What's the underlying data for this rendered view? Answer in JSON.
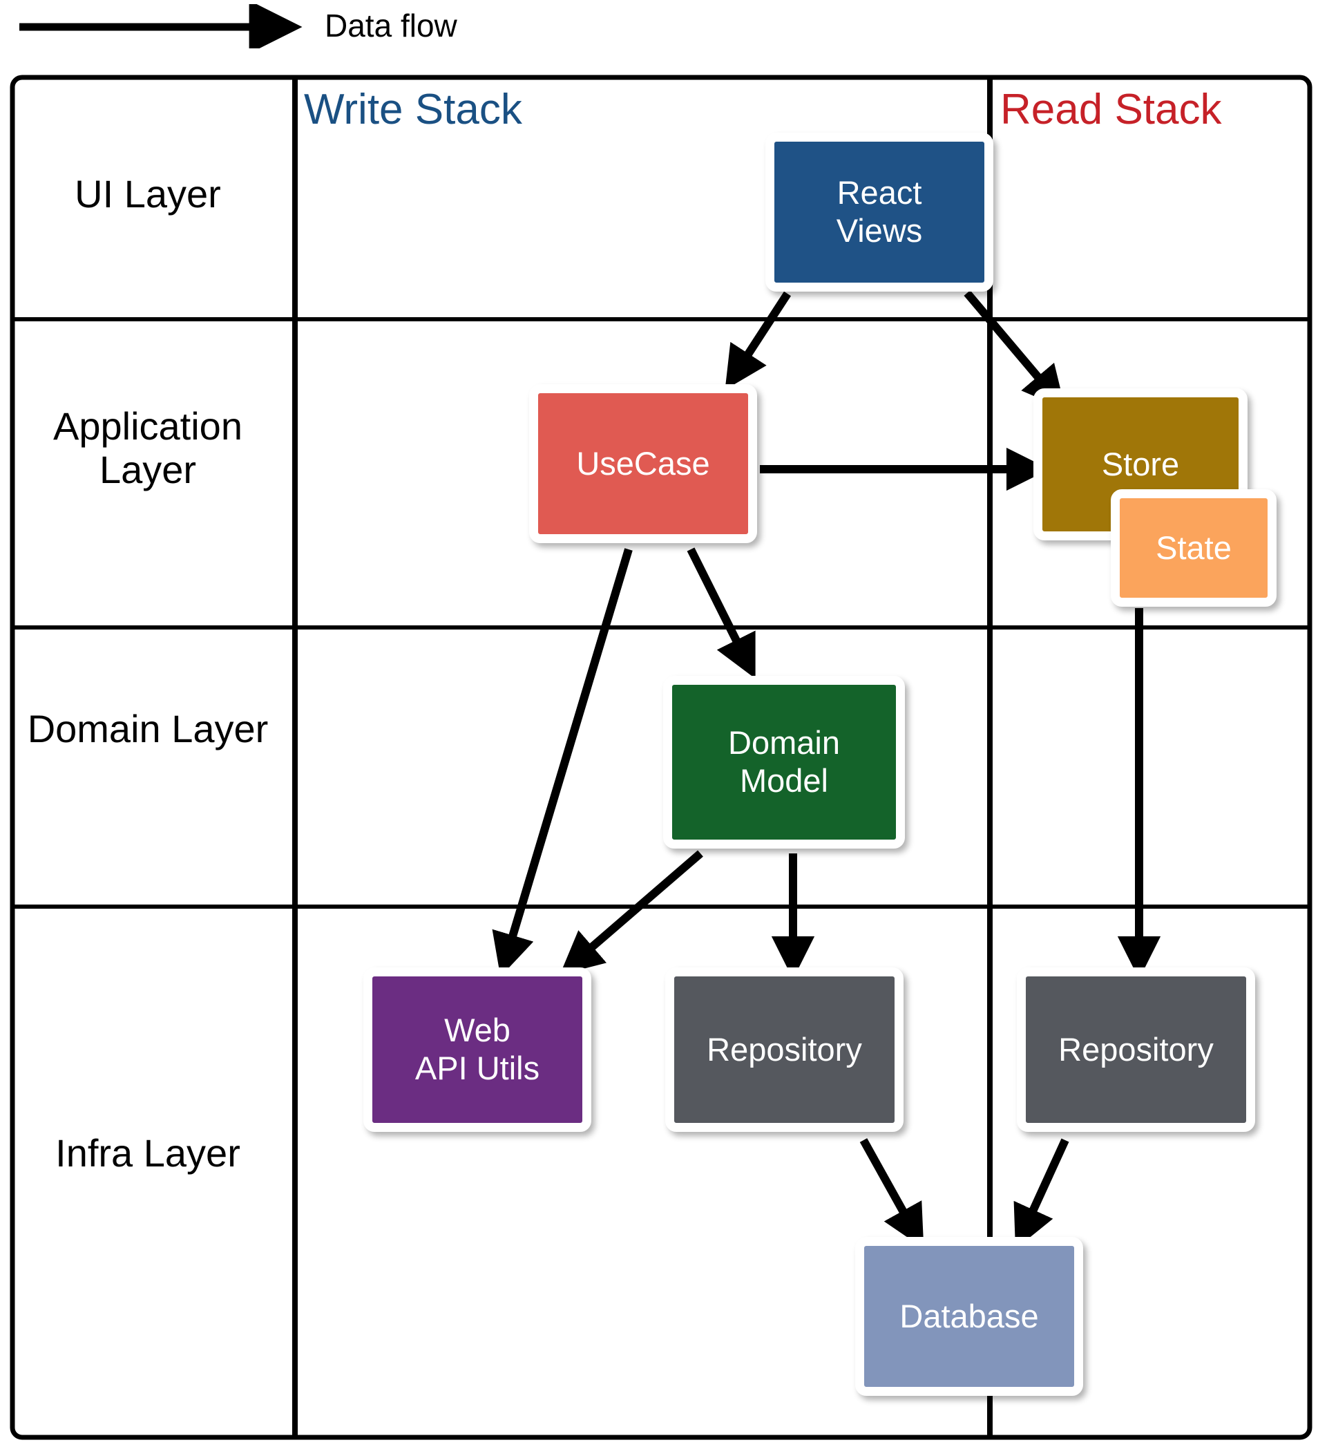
{
  "legend": {
    "arrow_icon": "right-arrow-icon",
    "label": "Data flow"
  },
  "stacks": [
    {
      "id": "write",
      "label": "Write Stack",
      "color": "#1a5083"
    },
    {
      "id": "read",
      "label": "Read Stack",
      "color": "#c62128"
    }
  ],
  "rows": [
    {
      "id": "ui",
      "label": "UI Layer"
    },
    {
      "id": "application",
      "label": "Application\nLayer"
    },
    {
      "id": "domain",
      "label": "Domain\nLayer"
    },
    {
      "id": "infra",
      "label": "Infra Layer"
    }
  ],
  "nodes": [
    {
      "id": "react-views",
      "label": "React\nViews",
      "color": "#1f5286",
      "row": "ui",
      "stack": "write"
    },
    {
      "id": "usecase",
      "label": "UseCase",
      "color": "#e05a52",
      "row": "application",
      "stack": "write"
    },
    {
      "id": "store",
      "label": "Store",
      "color": "#a07608",
      "row": "application",
      "stack": "read"
    },
    {
      "id": "state",
      "label": "State",
      "color": "#fba45c",
      "row": "application",
      "stack": "read"
    },
    {
      "id": "domain-model",
      "label": "Domain\nModel",
      "color": "#14632a",
      "row": "domain",
      "stack": "write"
    },
    {
      "id": "web-api-utils",
      "label": "Web\nAPI Utils",
      "color": "#6b2d82",
      "row": "infra",
      "stack": "write"
    },
    {
      "id": "repository-write",
      "label": "Repository",
      "color": "#55585e",
      "row": "infra",
      "stack": "write"
    },
    {
      "id": "repository-read",
      "label": "Repository",
      "color": "#55585e",
      "row": "infra",
      "stack": "read"
    },
    {
      "id": "database",
      "label": "Database",
      "color": "#8295bb",
      "row": "infra",
      "stack": "both"
    }
  ],
  "edges": [
    {
      "from": "react-views",
      "to": "usecase"
    },
    {
      "from": "react-views",
      "to": "store"
    },
    {
      "from": "usecase",
      "to": "store"
    },
    {
      "from": "usecase",
      "to": "web-api-utils"
    },
    {
      "from": "usecase",
      "to": "domain-model"
    },
    {
      "from": "state",
      "to": "repository-read"
    },
    {
      "from": "domain-model",
      "to": "web-api-utils"
    },
    {
      "from": "domain-model",
      "to": "repository-write"
    },
    {
      "from": "repository-write",
      "to": "database"
    },
    {
      "from": "repository-read",
      "to": "database"
    }
  ],
  "colors": {
    "grid_line": "#000000",
    "background": "#ffffff",
    "arrow": "#000000"
  }
}
